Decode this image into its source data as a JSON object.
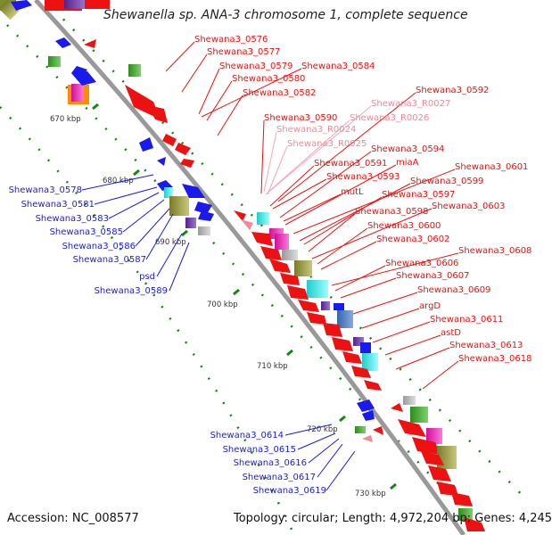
{
  "title": "Shewanella sp. ANA-3 chromosome 1, complete sequence",
  "footer": {
    "accession": "Accession: NC_008577",
    "topology": "Topology: circular; Length: 4,972,204 bp; Genes: 4,245"
  },
  "colors": {
    "red_gene": "#ee1111",
    "blue_gene": "#1a1aee",
    "rna_gene": "#f08a9a",
    "backbone": "#999999",
    "tick": "#118811"
  },
  "kbp_labels": [
    "670 kbp",
    "680 kbp",
    "690 kbp",
    "700 kbp",
    "710 kbp",
    "720 kbp",
    "730 kbp"
  ],
  "red_labels": [
    "Shewana3_0576",
    "Shewana3_0577",
    "Shewana3_0579",
    "Shewana3_0584",
    "Shewana3_0580",
    "Shewana3_0582",
    "Shewana3_0592",
    "Shewana3_0590",
    "Shewana3_0594",
    "miaA",
    "Shewana3_0591",
    "Shewana3_0601",
    "Shewana3_0593",
    "Shewana3_0599",
    "mutL",
    "Shewana3_0597",
    "Shewana3_0598",
    "Shewana3_0603",
    "Shewana3_0600",
    "Shewana3_0602",
    "Shewana3_0608",
    "Shewana3_0606",
    "Shewana3_0607",
    "Shewana3_0609",
    "argD",
    "Shewana3_0611",
    "astD",
    "Shewana3_0613",
    "Shewana3_0618"
  ],
  "rna_labels": [
    "Shewana3_R0027",
    "Shewana3_R0026",
    "Shewana3_R0024",
    "Shewana3_R0025"
  ],
  "blue_labels": [
    "Shewana3_0578",
    "Shewana3_0581",
    "Shewana3_0583",
    "Shewana3_0585",
    "Shewana3_0586",
    "Shewana3_0587",
    "psd",
    "Shewana3_0589",
    "Shewana3_0614",
    "Shewana3_0615",
    "Shewana3_0616",
    "Shewana3_0617",
    "Shewana3_0619"
  ]
}
